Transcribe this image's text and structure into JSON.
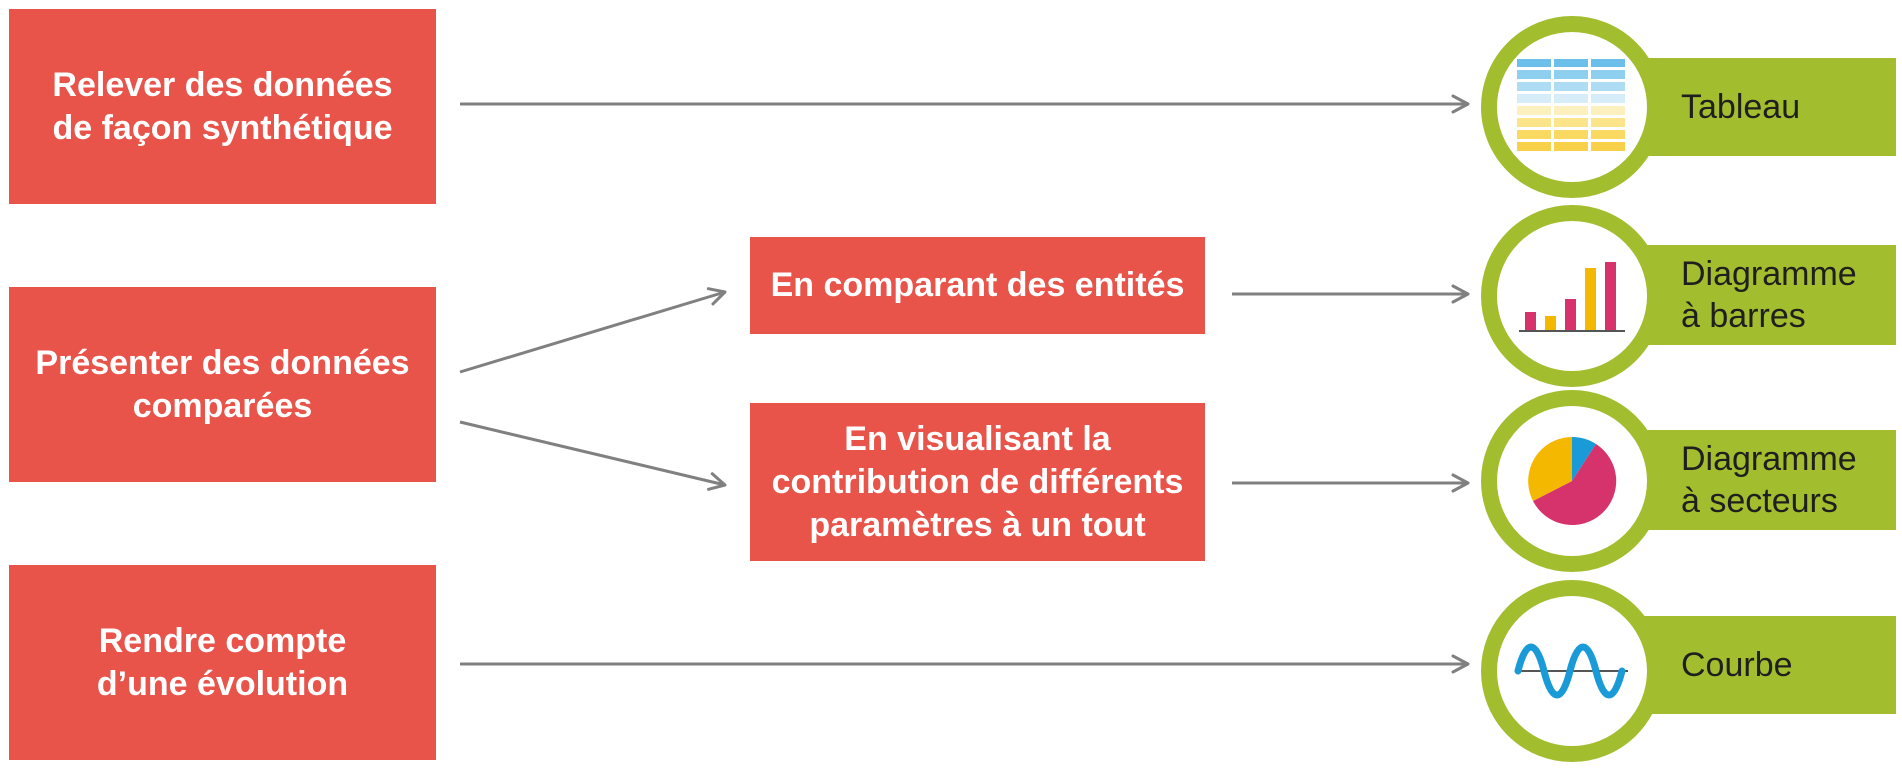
{
  "left_boxes": [
    {
      "line1": "Relever des données",
      "line2": "de façon synthétique"
    },
    {
      "line1": "Présenter des données",
      "line2": "comparées"
    },
    {
      "line1": "Rendre compte",
      "line2": "d’une évolution"
    }
  ],
  "middle_boxes": [
    {
      "line1": "En comparant des entités"
    },
    {
      "line1": "En visualisant la",
      "line2": "contribution de différents",
      "line3": "paramètres à un tout"
    }
  ],
  "outputs": [
    {
      "line1": "Tableau",
      "icon": "table-icon"
    },
    {
      "line1": "Diagramme",
      "line2": "à barres",
      "icon": "bar-chart-icon"
    },
    {
      "line1": "Diagramme",
      "line2": "à secteurs",
      "icon": "pie-chart-icon"
    },
    {
      "line1": "Courbe",
      "icon": "wave-curve-icon"
    }
  ],
  "colors": {
    "box_red": "#e8534a",
    "badge_green": "#a2bd2e",
    "arrow_gray": "#808080",
    "table_blue": "#8ecff0",
    "table_yellow": "#f8d04a",
    "accent_pink": "#d6336c",
    "accent_yellow": "#f5b800",
    "accent_blue": "#1a9bd7"
  }
}
